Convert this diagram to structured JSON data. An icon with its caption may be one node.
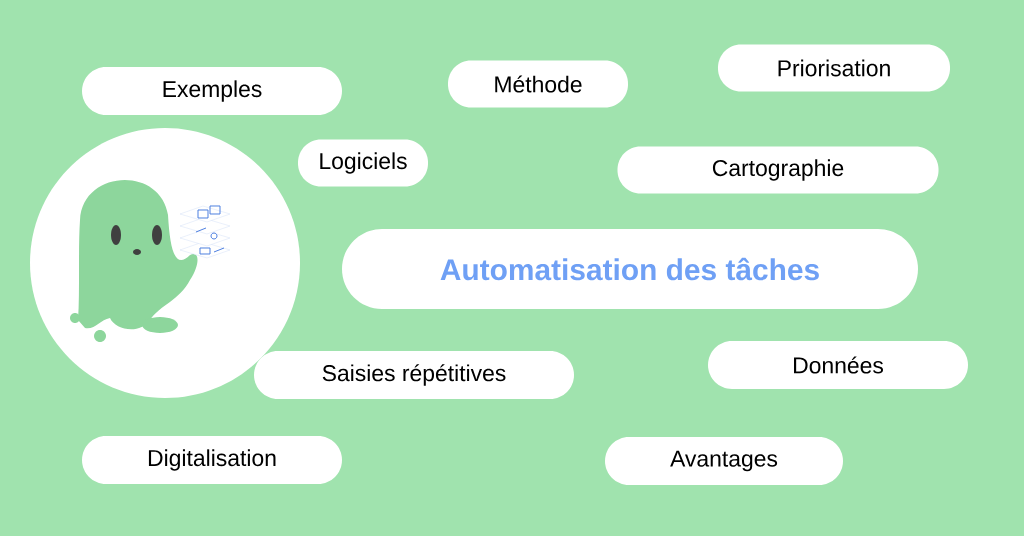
{
  "diagram": {
    "nodes": [
      {
        "text": [
          "Exemples"
        ]
      },
      {
        "text": [
          "Méthode"
        ]
      },
      {
        "text": [
          "Priorisation"
        ]
      },
      {
        "text": [
          "Logiciels"
        ]
      },
      {
        "text": [
          "Cartographie"
        ]
      },
      {
        "text": [],
        "shape": "circle"
      },
      {
        "text": [
          "Automatisation des tâches"
        ]
      },
      {
        "text": [
          "Saisies répétitives"
        ]
      },
      {
        "text": [
          "Données"
        ]
      },
      {
        "text": [
          "Digitalisation"
        ]
      },
      {
        "text": [
          "Avantages"
        ]
      }
    ]
  }
}
